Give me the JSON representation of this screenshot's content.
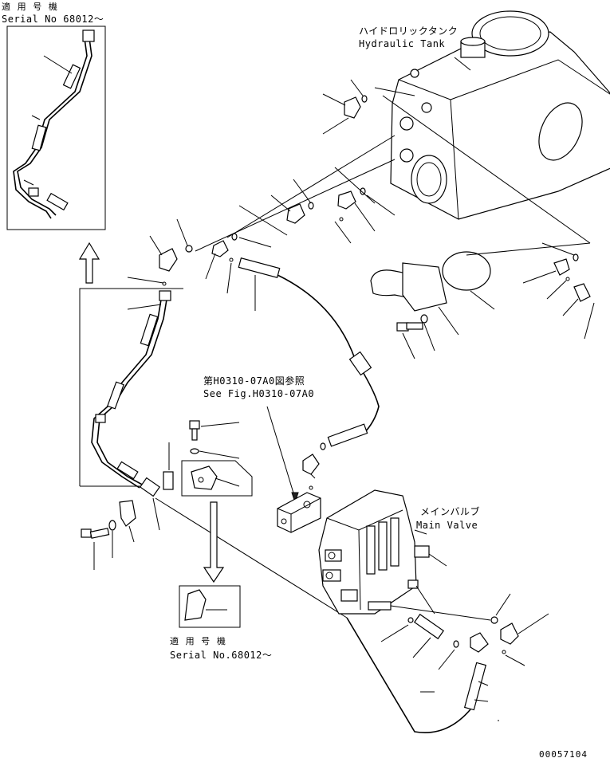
{
  "labels": {
    "serial_top_jp": "適 用 号 機",
    "serial_top_en": "Serial No 68012〜",
    "tank_jp": "ハイドロリックタンク",
    "tank_en": "Hydraulic Tank",
    "fig_ref_jp": "第H0310-07A0図参照",
    "fig_ref_en": "See Fig.H0310-07A0",
    "valve_jp": "メインバルブ",
    "valve_en": "Main Valve",
    "serial_bottom_jp": "適 用 号 機",
    "serial_bottom_en": "Serial No.68012〜",
    "drawing_number": "00057104"
  },
  "colors": {
    "line": "#000000",
    "background": "#ffffff"
  }
}
